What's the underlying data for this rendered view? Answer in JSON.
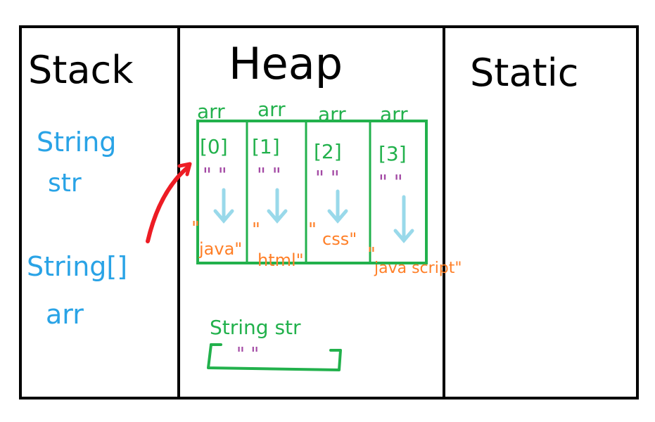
{
  "panels": {
    "stack_title": "Stack",
    "heap_title": "Heap",
    "static_title": "Static"
  },
  "stack": {
    "var1_type": "String",
    "var1_name": "str",
    "var2_type": "String[]",
    "var2_name": "arr"
  },
  "heap": {
    "array_cells": [
      {
        "label_top": "arr",
        "label_index": "[0]",
        "quotes": "\"  \"",
        "value_quotes": "\"",
        "value": "java\""
      },
      {
        "label_top": "arr",
        "label_index": "[1]",
        "quotes": "\"  \"",
        "value_quotes": "\"",
        "value": "html\""
      },
      {
        "label_top": "arr",
        "label_index": "[2]",
        "quotes": "\"  \"",
        "value_quotes": "\"",
        "value": "css\""
      },
      {
        "label_top": "arr",
        "label_index": "[3]",
        "quotes": "\"  \"",
        "value_quotes": "\"",
        "value": "java script\""
      }
    ],
    "string_label": "String str",
    "string_box_quotes": "\"  \""
  },
  "colors": {
    "border": "#000000",
    "stack_text": "#29a3e6",
    "heap_green": "#22b14c",
    "quote_purple": "#a349a4",
    "arrow_down": "#99d9ea",
    "value_orange": "#ff7f27",
    "pointer_red": "#ed1c24"
  }
}
